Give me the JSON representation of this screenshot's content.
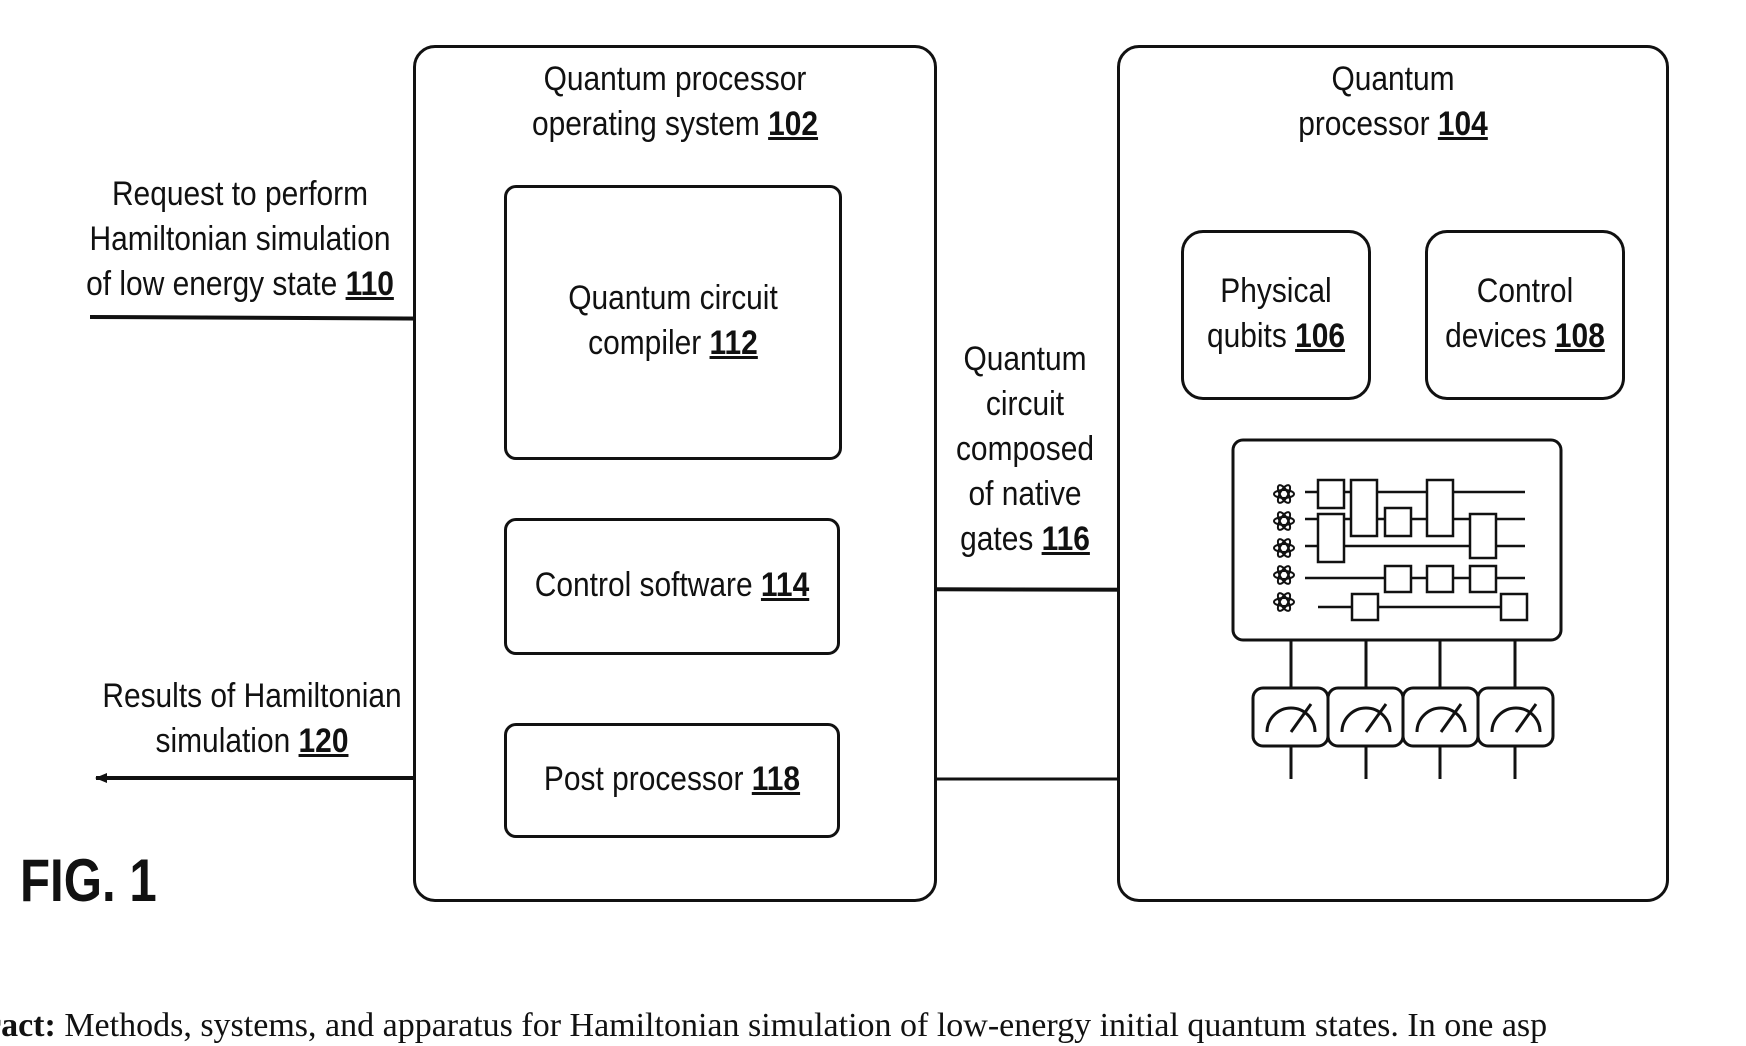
{
  "blocks": {
    "os": {
      "line1": "Quantum processor",
      "line2": "operating system ",
      "ref": "102"
    },
    "qp": {
      "line1": "Quantum",
      "line2": "processor ",
      "ref": "104"
    },
    "compiler": {
      "line1": "Quantum circuit",
      "line2": "compiler ",
      "ref": "112"
    },
    "control_software": {
      "line1": "Control software ",
      "ref": "114"
    },
    "post_processor": {
      "line1": "Post processor ",
      "ref": "118"
    },
    "qubits": {
      "line1": "Physical",
      "line2": "qubits ",
      "ref": "106"
    },
    "control_devices": {
      "line1": "Control",
      "line2": "devices ",
      "ref": "108"
    }
  },
  "annotations": {
    "request": {
      "line1": "Request to perform",
      "line2": "Hamiltonian simulation",
      "line3": "of low energy state ",
      "ref": "110"
    },
    "circuit": {
      "line1": "Quantum",
      "line2": "circuit",
      "line3": "composed",
      "line4": "of native",
      "line5": "gates ",
      "ref": "116"
    },
    "results": {
      "line1": "Results of Hamiltonian",
      "line2": "simulation ",
      "ref": "120"
    }
  },
  "figure_label": "FIG. 1",
  "abstract": {
    "heading": "ract:",
    "text": " Methods, systems, and apparatus for Hamiltonian simulation of low-energy initial quantum states. In one asp"
  },
  "icons": {
    "qubit": "atom-icon",
    "meter": "meter-icon",
    "arrow": "arrowhead"
  }
}
